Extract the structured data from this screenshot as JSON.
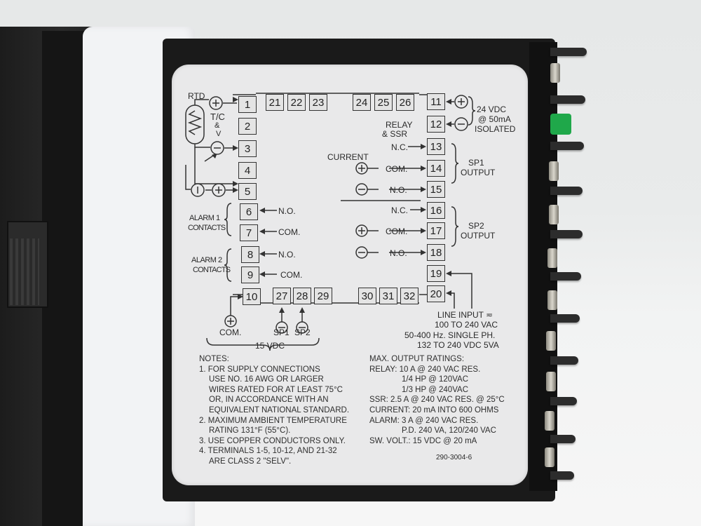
{
  "scene": {
    "description": "Rear panel of a panel-mount temperature controller showing printed wiring label",
    "colors": {
      "housing": "#1c1c1c",
      "label": "#e9e9ea",
      "clip": "#f2f3f5",
      "led": "#1fa84a",
      "background": "#e8eaea"
    }
  },
  "label": {
    "left_inputs": {
      "rtd": "RTD",
      "tc_v": [
        "T/C",
        "&",
        "V"
      ],
      "alarm1": [
        "ALARM 1",
        "CONTACTS"
      ],
      "alarm2": [
        "ALARM 2",
        "CONTACTS"
      ],
      "bottom_com": "COM.",
      "sp1": "SP1",
      "sp2": "SP2",
      "vdc15": "15 VDC"
    },
    "terminals": {
      "left": [
        "1",
        "2",
        "3",
        "4",
        "5",
        "6",
        "7",
        "8",
        "9",
        "10"
      ],
      "top": [
        "21",
        "22",
        "23",
        "24",
        "25",
        "26"
      ],
      "right": [
        "11",
        "12",
        "13",
        "14",
        "15",
        "16",
        "17",
        "18",
        "19",
        "20"
      ],
      "bottom": [
        "27",
        "28",
        "29",
        "30",
        "31",
        "32"
      ]
    },
    "terminal_labels": {
      "t6": "N.O.",
      "t7": "COM.",
      "t8": "N.O.",
      "t9": "COM.",
      "t13": "N.C.",
      "t14": "COM.",
      "t15": "N.O.",
      "t16": "N.C.",
      "t17": "COM.",
      "t18": "N.O."
    },
    "right_side": {
      "vdc24": [
        "24 VDC",
        "@ 50mA",
        "ISOLATED"
      ],
      "relay_ssr": [
        "RELAY",
        "& SSR"
      ],
      "current": "CURRENT",
      "sp1_output": [
        "SP1",
        "OUTPUT"
      ],
      "sp2_output": [
        "SP2",
        "OUTPUT"
      ],
      "line_input": [
        "LINE INPUT ≂",
        "100 TO 240 VAC",
        "50-400 Hz. SINGLE PH.",
        "132 TO 240 VDC 5VA"
      ]
    },
    "notes": {
      "title": "NOTES:",
      "lines": [
        "1. FOR SUPPLY CONNECTIONS",
        "    USE NO. 16 AWG OR LARGER",
        "    WIRES RATED FOR AT LEAST 75°C",
        "    OR, IN ACCORDANCE WITH AN",
        "    EQUIVALENT NATIONAL STANDARD.",
        "2. MAXIMUM AMBIENT TEMPERATURE",
        "    RATING 131°F (55°C).",
        "3. USE COPPER CONDUCTORS ONLY.",
        "4. TERMINALS 1-5, 10-12, AND 21-32",
        "    ARE CLASS 2 \"SELV\"."
      ]
    },
    "ratings": {
      "title": "MAX. OUTPUT RATINGS:",
      "lines": [
        "RELAY: 10 A @ 240 VAC RES.",
        "            1/4 HP @ 120VAC",
        "            1/3 HP @ 240VAC",
        "SSR: 2.5 A @ 240 VAC RES. @ 25°C",
        "CURRENT: 20 mA INTO 600 OHMS",
        "ALARM: 3 A @ 240 VAC RES.",
        "            P.D. 240 VA, 120/240 VAC",
        "SW. VOLT.: 15 VDC @ 20 mA"
      ]
    },
    "part_number": "290-3004-6"
  }
}
